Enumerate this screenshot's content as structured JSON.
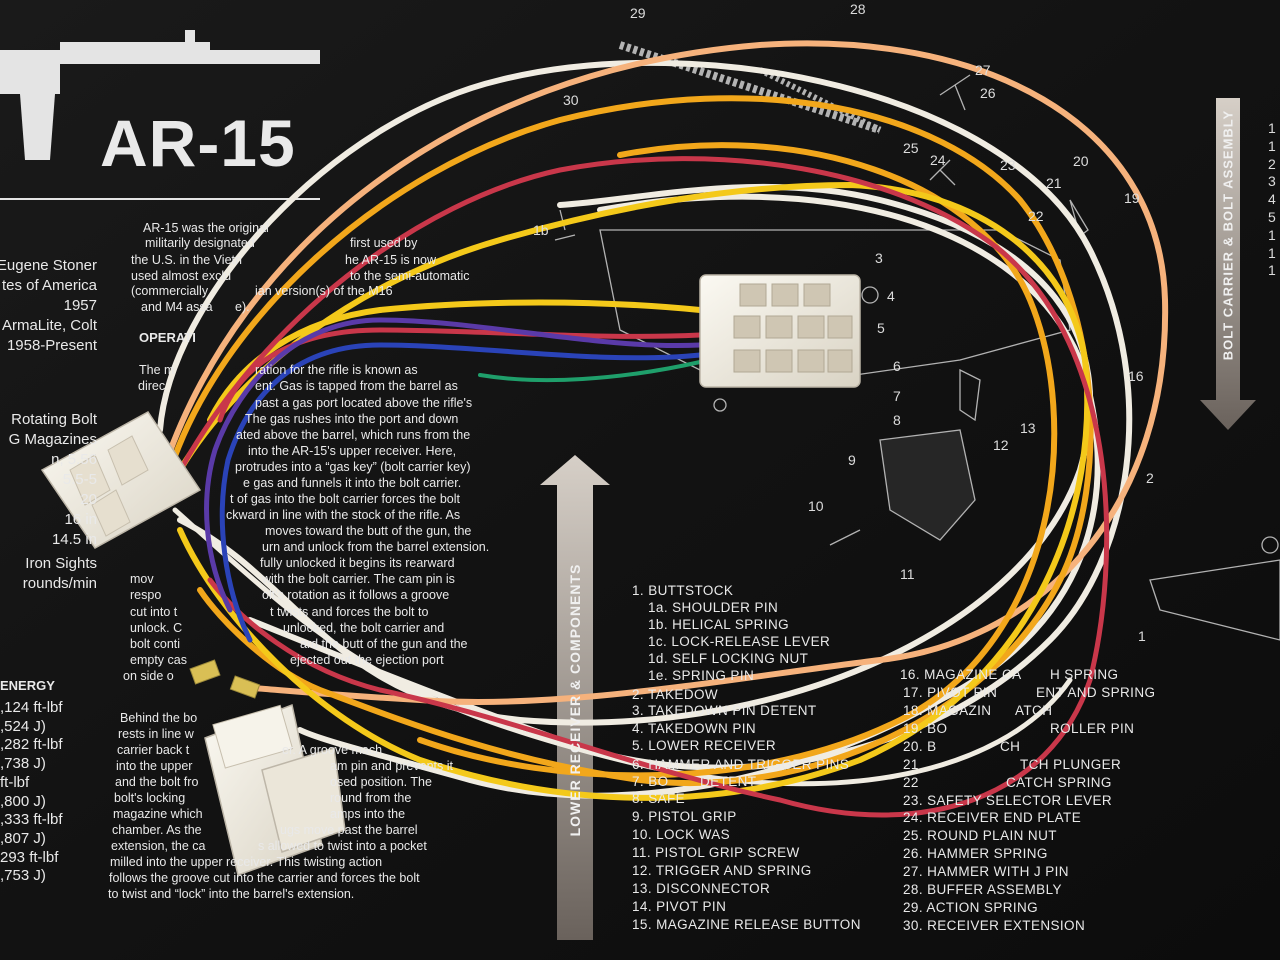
{
  "mat": {
    "title": "AR-15",
    "specs": [
      "Eugene Stoner",
      "tes of America",
      "1957",
      "ArmaLite, Colt",
      "1958-Present",
      "Rotating Bolt",
      "G Magazines",
      "n, 5.56",
      "5.5-5",
      "20",
      "16 in",
      "14.5 in",
      "Iron Sights",
      "rounds/min"
    ],
    "energy_title": "ENERGY",
    "energy": [
      ",124 ft-lbf",
      ",524 J)",
      ",282 ft-lbf",
      ",738 J)",
      "ft-lbf",
      ",800 J)",
      ",333 ft-lbf",
      ",807 J)",
      "293 ft-lbf",
      ",753 J)"
    ],
    "intro_lines": [
      "AR-15 was the original",
      "militarily designated",
      "first used by",
      "the U.S. in the Vietn",
      "he AR-15 is now",
      "used almost exclu",
      "to the semi-automatic",
      "(commercially",
      "ian version(s) of the M16",
      "and M4 assa",
      "e)."
    ],
    "operation_title": "OPERATI",
    "operation_lines": [
      "The m",
      "ration for the rifle is known as",
      "direc",
      "ent. Gas is tapped from the barrel as",
      "past a gas port located above the rifle's",
      "The gas rushes into the port and down",
      "ated above the barrel, which runs from the",
      "into the AR-15's upper receiver. Here,",
      "protrudes into a “gas key” (bolt carrier key)",
      "e gas and funnels it into the bolt carrier.",
      "t of gas into the bolt carrier forces the bolt",
      "ckward in line with the stock of the rifle. As",
      "moves toward the butt of the gun, the",
      "urn and unlock from the barrel extension.",
      "fully unlocked it begins its rearward",
      "mov",
      "with the bolt carrier. The cam pin is",
      "respo",
      "olt's rotation as it follows a groove",
      "cut into t",
      "t twists and forces the bolt to",
      "unlock. C",
      "unlocked, the bolt carrier and",
      "bolt conti",
      "ard the butt of the gun and the",
      "empty cas",
      "ejected out the ejection port",
      "on side o"
    ],
    "behind_lines": [
      "Behind the bo",
      "rests in line w",
      "carrier back t",
      "er. A groove mach",
      "into the upper",
      "am pin and prevents it",
      "and the bolt fro",
      "osed position. The",
      "bolt's locking",
      "round from the",
      "magazine which",
      "amps into the",
      "chamber. As the",
      "ugs move past the barrel",
      "extension, the ca",
      "s allowed to twist into a pocket",
      "milled into the upper receiver. This twisting action",
      "follows the groove cut into the carrier and forces the bolt",
      "to twist and “lock” into the barrel's extension."
    ],
    "receiver_label": "LOWER RECEIVER & COMPONENTS",
    "bolt_label": "BOLT CARRIER & BOLT ASSEMBLY",
    "parts_left": [
      "1. BUTTSTOCK",
      "1a. SHOULDER PIN",
      "1b. HELICAL SPRING",
      "1c. LOCK-RELEASE LEVER",
      "1d. SELF LOCKING NUT",
      "1e. SPRING PIN",
      "2. TAKEDOW",
      "3. TAKEDOWN PIN DETENT",
      "4. TAKEDOWN PIN",
      "5. LOWER RECEIVER",
      "6. HAMMER AND TRIGGER PINS",
      "7. BO",
      "DETENT",
      "8. SAFE",
      "9. PISTOL GRIP",
      "10. LOCK WAS",
      "11. PISTOL GRIP SCREW",
      "12. TRIGGER AND SPRING",
      "13. DISCONNECTOR",
      "14. PIVOT PIN",
      "15. MAGAZINE RELEASE BUTTON"
    ],
    "parts_right": [
      "16. MAGAZINE CA",
      "H SPRING",
      "17. PIVOT PIN",
      "ENT AND SPRING",
      "18. MAGAZIN",
      "ATCH",
      "19. BO",
      "ROLLER PIN",
      "20. B",
      "CH",
      "21",
      "TCH PLUNGER",
      "22",
      "CATCH SPRING",
      "23. SAFETY SELECTOR LEVER",
      "24. RECEIVER END PLATE",
      "25. ROUND PLAIN NUT",
      "26. HAMMER SPRING",
      "27. HAMMER WITH J PIN",
      "28. BUFFER ASSEMBLY",
      "29. ACTION SPRING",
      "30. RECEIVER EXTENSION"
    ],
    "diagram_numbers": [
      "29",
      "28",
      "27",
      "26",
      "30",
      "25",
      "24",
      "23",
      "20",
      "21",
      "19",
      "22",
      "1b",
      "3",
      "4",
      "5",
      "6",
      "7",
      "8",
      "9",
      "10",
      "11",
      "12",
      "13",
      "16",
      "1",
      "2"
    ],
    "edge_numbers": [
      "1",
      "1",
      "2",
      "3",
      "4",
      "5",
      "1",
      "1",
      "1"
    ]
  },
  "harness": {
    "wire_colors": [
      "#f0ece2",
      "#f6b27c",
      "#f2a71b",
      "#f4c91a",
      "#c9374a",
      "#5a3aa8",
      "#2a43b8",
      "#1f9f6b"
    ],
    "connector_color": "#f4f0e6",
    "terminal_color": "#d9bf55"
  }
}
